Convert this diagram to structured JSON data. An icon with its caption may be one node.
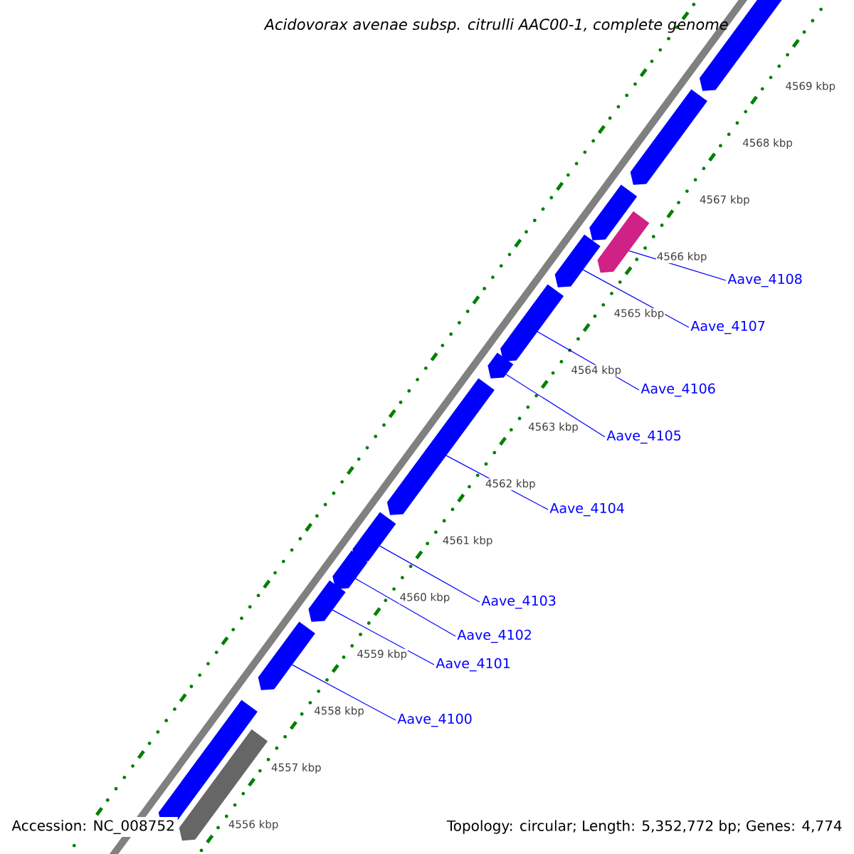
{
  "diagram": {
    "title": "Acidovorax avenae subsp. citrulli AAC00-1, complete genome",
    "nodes": [
      {
        "text": [
          "Aave_4108"
        ]
      },
      {
        "text": [
          "Aave_4107"
        ]
      },
      {
        "text": [
          "Aave_4106"
        ]
      },
      {
        "text": [
          "Aave_4105"
        ]
      },
      {
        "text": [
          "Aave_4104"
        ]
      },
      {
        "text": [
          "Aave_4103"
        ]
      },
      {
        "text": [
          "Aave_4102"
        ]
      },
      {
        "text": [
          "Aave_4101"
        ]
      },
      {
        "text": [
          "Aave_4100"
        ]
      },
      {
        "text": [],
        "shape": "arrow"
      },
      {
        "text": [],
        "shape": "arrow"
      },
      {
        "text": [],
        "shape": "arrow"
      },
      {
        "text": [],
        "shape": "arrow"
      },
      {
        "text": [],
        "shape": "arrow"
      },
      {
        "text": [],
        "shape": "arrow"
      },
      {
        "text": [],
        "shape": "arrow"
      },
      {
        "text": [],
        "shape": "arrow"
      },
      {
        "text": [],
        "shape": "arrow"
      },
      {
        "text": [],
        "shape": "arrow"
      },
      {
        "text": [],
        "shape": "arrow"
      },
      {
        "text": [],
        "shape": "arrow"
      },
      {
        "text": [],
        "shape": "arrow"
      },
      {
        "text": [],
        "shape": "arrow"
      }
    ],
    "edges": [
      {
        "from": 0,
        "to": 12,
        "arrow": "none"
      },
      {
        "from": 1,
        "to": 13,
        "arrow": "none"
      },
      {
        "from": 2,
        "to": 14,
        "arrow": "none"
      },
      {
        "from": 3,
        "to": 15,
        "arrow": "none"
      },
      {
        "from": 4,
        "to": 16,
        "arrow": "none"
      },
      {
        "from": 5,
        "to": 17,
        "arrow": "none"
      },
      {
        "from": 6,
        "to": 18,
        "arrow": "none"
      },
      {
        "from": 7,
        "to": 19,
        "arrow": "none"
      },
      {
        "from": 8,
        "to": 20,
        "arrow": "none"
      }
    ],
    "labels": [
      "4569 kbp",
      "4568 kbp",
      "4567 kbp",
      "4566 kbp",
      "4565 kbp",
      "4564 kbp",
      "4563 kbp",
      "4562 kbp",
      "4561 kbp",
      "4560 kbp",
      "4559 kbp",
      "4558 kbp",
      "4557 kbp",
      "4556 kbp",
      "Accession: NC_008752",
      "Topology: circular; Length: 5,352,772 bp; Genes: 4,774"
    ]
  }
}
